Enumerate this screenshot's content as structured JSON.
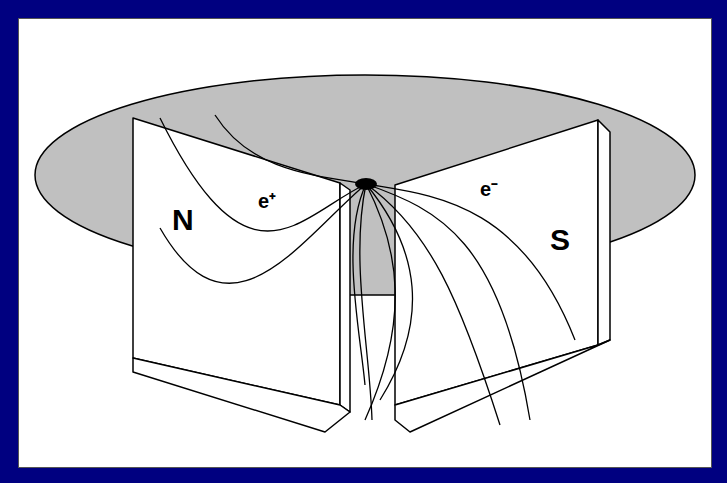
{
  "diagram": {
    "nodes": [
      {
        "text": [
          "N"
        ]
      },
      {
        "text": [
          "S"
        ]
      }
    ],
    "labels": [
      "e⁺",
      "e⁻"
    ]
  }
}
